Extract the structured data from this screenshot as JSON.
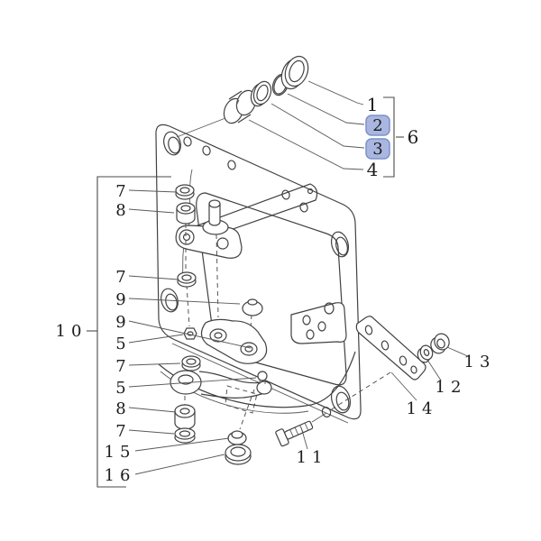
{
  "diagram": {
    "type": "exploded-parts-diagram",
    "background": "#ffffff",
    "line_color": "#4a4a4a"
  },
  "highlight": {
    "fill": "#a9b7e0",
    "stroke": "#7e91c8",
    "highlighted_callouts": [
      "2",
      "3"
    ]
  },
  "labels": {
    "n1": "1",
    "n2": "2",
    "n3": "3",
    "n4": "4",
    "n6": "6",
    "n7a": "7",
    "n8a": "8",
    "n7b": "7",
    "n9a": "9",
    "n9b": "9",
    "n5a": "5",
    "n7c": "7",
    "n5b": "5",
    "n8b": "8",
    "n7d": "7",
    "n15": "15",
    "n16": "16",
    "n10": "10",
    "n11": "11",
    "n12": "12",
    "n13": "13",
    "n14": "14"
  }
}
